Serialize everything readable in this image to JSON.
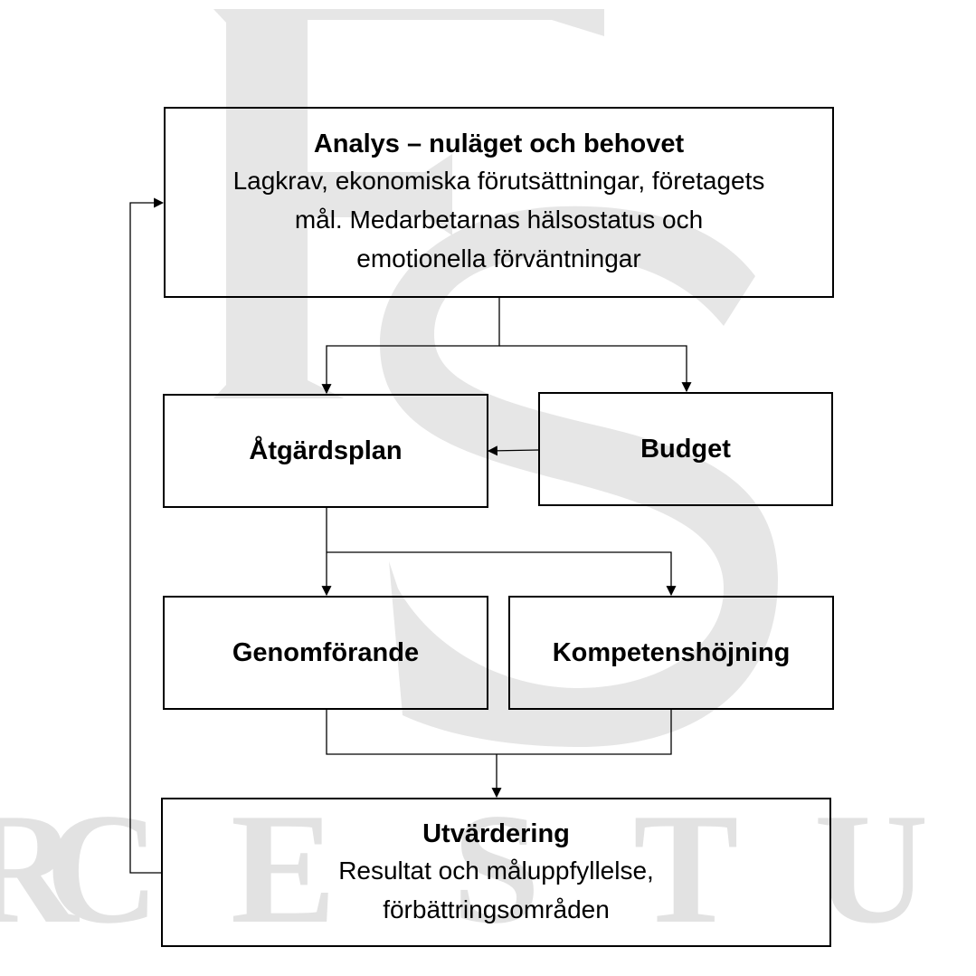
{
  "watermark": {
    "letters": [
      "R",
      "C",
      "E",
      "S",
      "T",
      "U"
    ],
    "color": "#e2e2e2"
  },
  "diagram": {
    "line_color": "#000000",
    "nodes": {
      "analys": {
        "title": "Analys – nuläget och behovet",
        "body": "Lagkrav, ekonomiska förutsättningar, företagets\nmål. Medarbetarnas hälsostatus och\nemotionella förväntningar"
      },
      "atgardsplan": {
        "title": "Åtgärdsplan"
      },
      "budget": {
        "title": "Budget"
      },
      "genomforande": {
        "title": "Genomförande"
      },
      "kompetenshojning": {
        "title": "Kompetenshöjning"
      },
      "utvardering": {
        "title": "Utvärdering",
        "body": "Resultat och måluppfyllelse,\nförbättringsområden"
      }
    },
    "edges": [
      {
        "from": "analys",
        "to": "atgardsplan"
      },
      {
        "from": "analys",
        "to": "budget"
      },
      {
        "from": "budget",
        "to": "atgardsplan"
      },
      {
        "from": "atgardsplan",
        "to": "genomforande"
      },
      {
        "from": "atgardsplan",
        "to": "kompetenshojning"
      },
      {
        "from": "genomforande",
        "to": "utvardering"
      },
      {
        "from": "kompetenshojning",
        "to": "utvardering"
      },
      {
        "from": "utvardering",
        "to": "analys"
      }
    ]
  }
}
